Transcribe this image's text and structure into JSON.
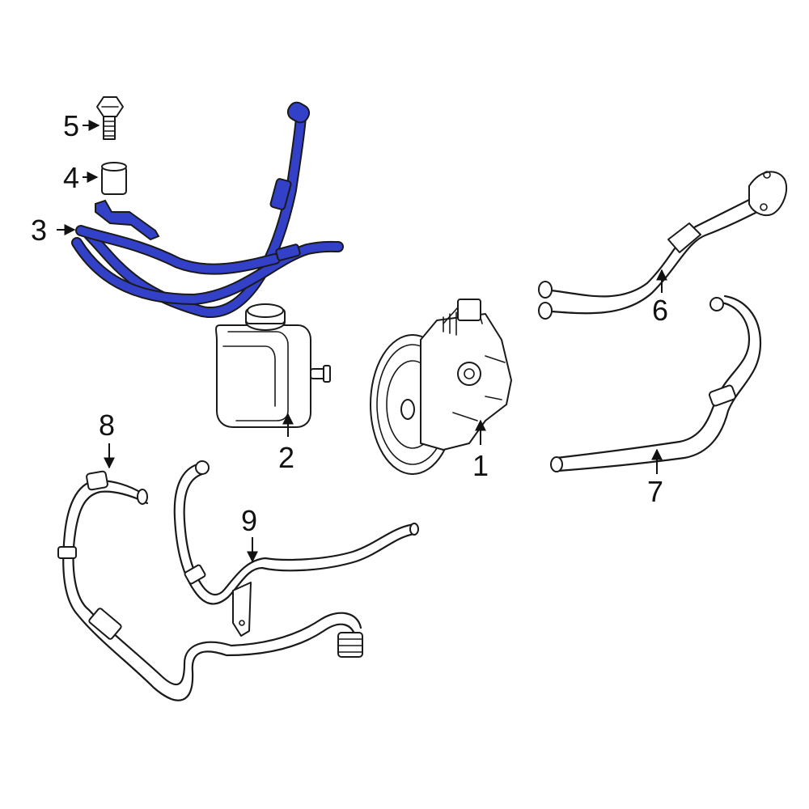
{
  "diagram": {
    "highlight_color": "#3340c8",
    "highlighted_part": "3",
    "callouts": [
      {
        "id": "1",
        "label": "1"
      },
      {
        "id": "2",
        "label": "2"
      },
      {
        "id": "3",
        "label": "3"
      },
      {
        "id": "4",
        "label": "4"
      },
      {
        "id": "5",
        "label": "5"
      },
      {
        "id": "6",
        "label": "6"
      },
      {
        "id": "7",
        "label": "7"
      },
      {
        "id": "8",
        "label": "8"
      },
      {
        "id": "9",
        "label": "9"
      }
    ]
  }
}
